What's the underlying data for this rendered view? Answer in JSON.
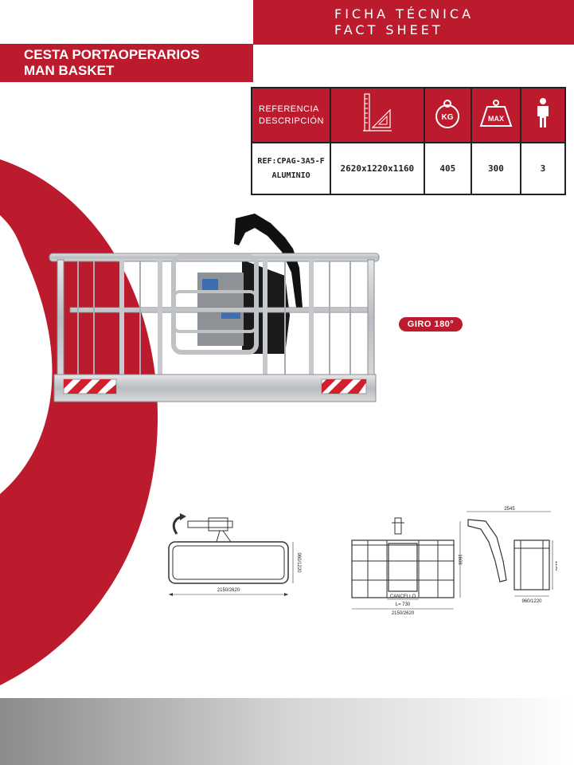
{
  "header": {
    "title_es": "FICHA TÉCNICA",
    "title_en": "FACT SHEET",
    "product_es": "CESTA PORTAOPERARIOS",
    "product_en": "MAN BASKET"
  },
  "specs": {
    "header_ref_label": "REFERENCIA",
    "header_desc_label": "DESCRIPCIÓN",
    "icons": [
      "dimensions-icon",
      "weight-kg-icon",
      "max-load-icon",
      "person-icon"
    ],
    "icon_kg_text": "KG",
    "icon_max_text": "MAX",
    "ref": "REF:CPAG-3A5-F",
    "description": "ALUMINIO",
    "dimensions": "2620x1220x1160",
    "weight": "405",
    "max_load": "300",
    "persons": "3"
  },
  "giro_label": "GIRO 180°",
  "drawings": {
    "top_view": {
      "width": "2150/2620",
      "depth": "960/1220"
    },
    "front_view": {
      "height": "1608",
      "gate": "CANCELLO",
      "gate_width": "L= 730",
      "width": "2150/2620"
    },
    "side_view": {
      "length": "2545",
      "height": "1150",
      "depth": "960/1220"
    }
  },
  "colors": {
    "brand_red": "#bb1b2c",
    "footer_gray": "#8b8b8b"
  }
}
